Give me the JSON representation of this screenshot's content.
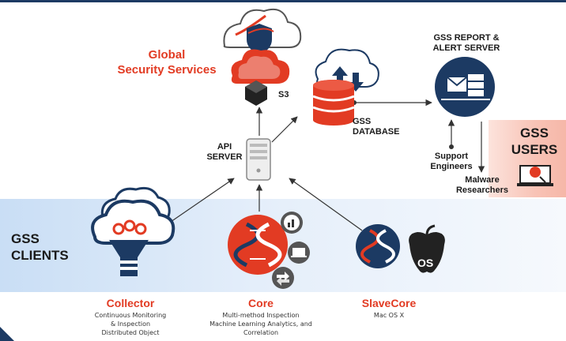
{
  "labels": {
    "global_line1": "Global",
    "global_line2": "Security Services",
    "s3": "S3",
    "api_line1": "API",
    "api_line2": "SERVER",
    "gss_db_line1": "GSS",
    "gss_db_line2": "DATABASE",
    "report_line1": "GSS REPORT &",
    "report_line2": "ALERT SERVER",
    "support_line1": "Support",
    "support_line2": "Engineers",
    "malware_line1": "Malware",
    "malware_line2": "Researchers",
    "users_line1": "GSS",
    "users_line2": "USERS",
    "clients_line1": "GSS",
    "clients_line2": "CLIENTS"
  },
  "nodes": {
    "collector": {
      "name": "Collector",
      "desc": [
        "Continuous  Monitoring",
        "& Inspection",
        "Distributed Object"
      ]
    },
    "core": {
      "name": "Core",
      "desc": [
        "Multi-method Inspection",
        "Machine Learning Analytics, and",
        "Correlation"
      ]
    },
    "slavecore": {
      "name": "SlaveCore",
      "desc": [
        "Mac OS X"
      ],
      "os_badge": "OS"
    }
  },
  "colors": {
    "accent_red": "#e23b23",
    "navy": "#1c3a63",
    "dark_text": "#1a1a1a"
  }
}
